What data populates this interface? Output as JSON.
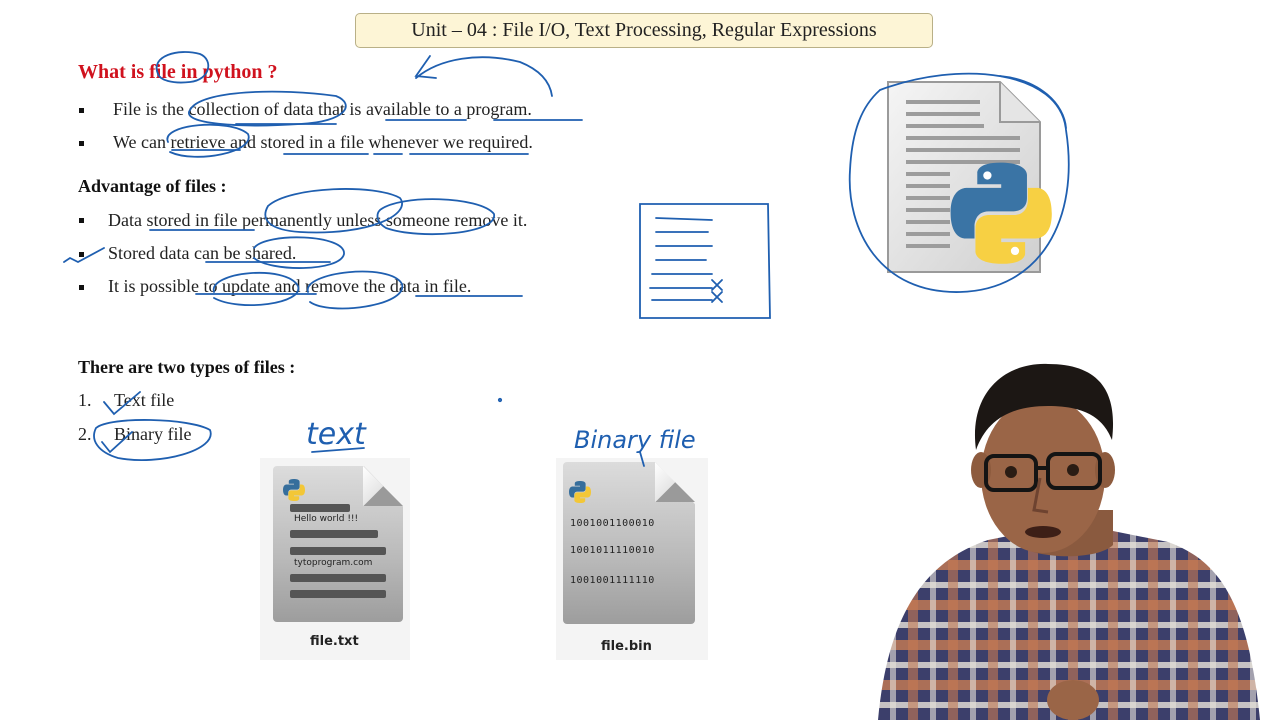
{
  "title": "Unit – 04 : File I/O, Text Processing, Regular Expressions",
  "section1": {
    "heading": "What is file in python ?",
    "bullets": [
      "File is the collection of data that is available to a program.",
      "We can retrieve and stored in a file whenever we required."
    ]
  },
  "section2": {
    "heading": "Advantage of files :",
    "bullets": [
      "Data stored in file permanently unless someone remove it.",
      "Stored data can be shared.",
      "It is possible to update and remove the data in file."
    ]
  },
  "section3": {
    "heading": "There are two types of files :",
    "items": [
      {
        "num": "1.",
        "label": "Text file"
      },
      {
        "num": "2.",
        "label": "Binary file"
      }
    ]
  },
  "text_file": {
    "line1": "Hello world !!!",
    "line2": "tytoprogram.com",
    "filename": "file.txt"
  },
  "binary_file": {
    "lines": [
      "1001001100010",
      "1001011110010",
      "1001001111110"
    ],
    "filename": "file.bin"
  },
  "handwriting": {
    "text_label": "text",
    "binary_label": "Binary file"
  },
  "colors": {
    "ink": "#1f5fb0",
    "heading_red": "#d0121e",
    "title_bg": "#fdf5d6"
  }
}
